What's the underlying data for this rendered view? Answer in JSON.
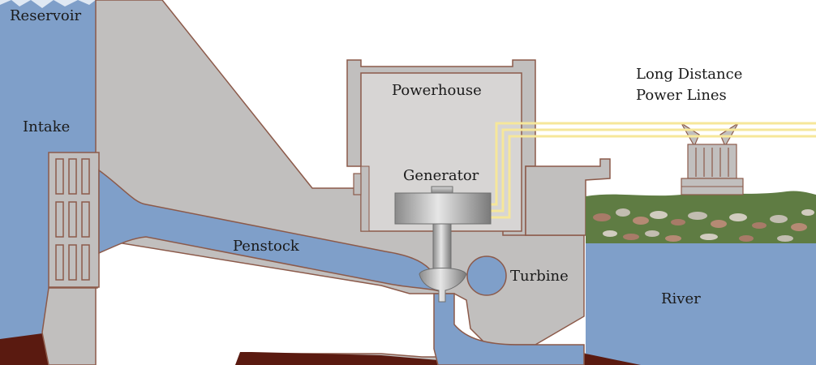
{
  "diagram": {
    "labels": {
      "reservoir": "Reservoir",
      "intake": "Intake",
      "powerhouse": "Powerhouse",
      "generator": "Generator",
      "penstock": "Penstock",
      "turbine": "Turbine",
      "river": "River",
      "power_lines_line1": "Long Distance",
      "power_lines_line2": "Power Lines"
    },
    "colors": {
      "water": "#7f9fc9",
      "dam": "#c1bfbe",
      "dam_outline": "#8c5a4a",
      "powerhouse_interior": "#d7d5d4",
      "bedrock": "#5a1a10",
      "grass": "#5f7c43",
      "power_lines": "#f6e79a"
    }
  }
}
